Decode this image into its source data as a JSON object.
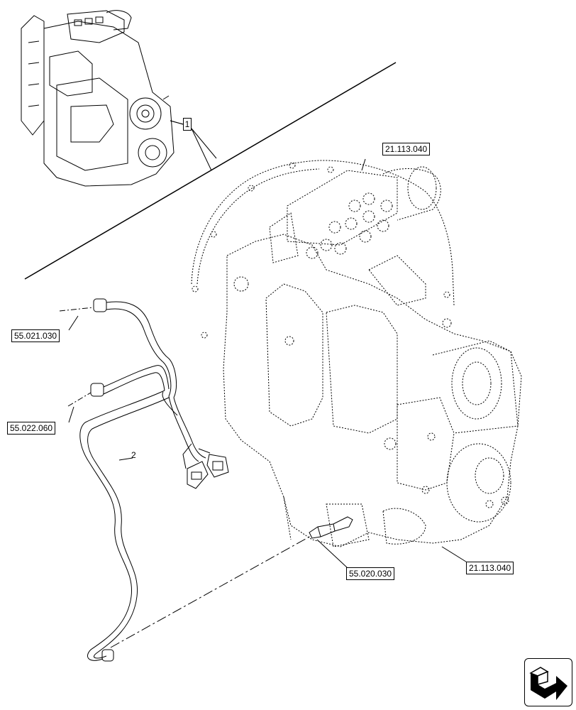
{
  "references": {
    "ref_21113040_top": "21.113.040",
    "ref_21113040_bottom": "21.113.040",
    "ref_55021030": "55.021.030",
    "ref_55022060": "55.022.060",
    "ref_55020030": "55.020.030"
  },
  "items": {
    "item_1": "1",
    "item_2": "2"
  },
  "nav_icon": "next-page-arrow-icon"
}
